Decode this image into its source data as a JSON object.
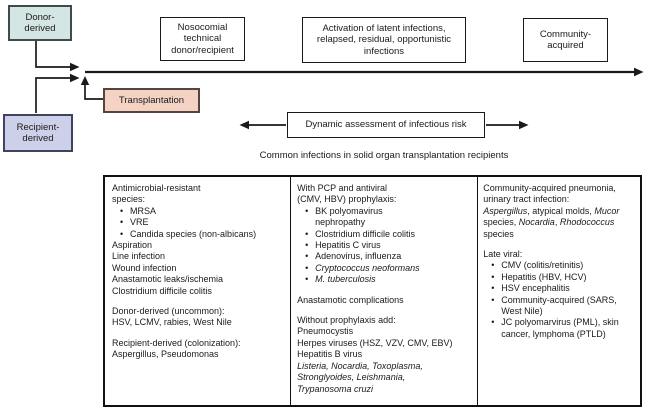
{
  "diagram": {
    "donor_box": "Donor-\nderived",
    "recipient_box": "Recipient-\nderived",
    "transplant_box": "Transplantation",
    "nosocomial_box": "Nosocomial\ntechnical\ndonor/recipient",
    "activation_box": "Activation of latent infections,\nrelapsed, residual, opportunistic\ninfections",
    "community_box": "Community-\nacquired",
    "dynamic_box": "Dynamic assessment of infectious risk",
    "caption": "Common infections in solid organ transplantation recipients",
    "colors": {
      "donor_fill": "#d3e6e3",
      "recipient_fill": "#cdd0e9",
      "transplant_fill": "#f4d2c4",
      "line": "#1a1a1a"
    }
  },
  "table": {
    "columns": [
      {
        "blocks": [
          {
            "type": "p",
            "lines": [
              [
                "Antimicrobial-resistant"
              ],
              [
                "species:"
              ]
            ]
          },
          {
            "type": "bullet",
            "lines": [
              [
                "MRSA"
              ]
            ]
          },
          {
            "type": "bullet",
            "lines": [
              [
                "VRE"
              ]
            ]
          },
          {
            "type": "bullet",
            "lines": [
              [
                "Candida species (non-albicans)"
              ]
            ]
          },
          {
            "type": "p",
            "lines": [
              [
                "Aspiration"
              ],
              [
                "Line infection"
              ],
              [
                "Wound infection"
              ],
              [
                "Anastamotic leaks/ischemia"
              ],
              [
                "Clostridium difficile colitis"
              ]
            ]
          },
          {
            "type": "gap"
          },
          {
            "type": "p",
            "lines": [
              [
                "Donor-derived (uncommon):"
              ],
              [
                "HSV, LCMV, rabies, West Nile"
              ]
            ]
          },
          {
            "type": "gap"
          },
          {
            "type": "p",
            "lines": [
              [
                "Recipient-derived (colonization):"
              ],
              [
                "Aspergillus, Pseudomonas"
              ]
            ]
          }
        ]
      },
      {
        "blocks": [
          {
            "type": "p",
            "lines": [
              [
                "With PCP and antiviral"
              ],
              [
                "(CMV, HBV) prophylaxis:"
              ]
            ]
          },
          {
            "type": "bullet",
            "lines": [
              [
                "BK polyomavirus"
              ],
              [
                "nephropathy"
              ]
            ]
          },
          {
            "type": "bullet",
            "lines": [
              [
                "Clostridium difficile colitis"
              ]
            ]
          },
          {
            "type": "bullet",
            "lines": [
              [
                "Hepatitis C virus"
              ]
            ]
          },
          {
            "type": "bullet",
            "lines": [
              [
                "Adenovirus, influenza"
              ]
            ]
          },
          {
            "type": "bullet",
            "lines": [
              [
                {
                  "t": "Cryptococcus neoformans",
                  "i": true
                }
              ]
            ]
          },
          {
            "type": "bullet",
            "lines": [
              [
                {
                  "t": "M. tuberculosis",
                  "i": true
                }
              ]
            ]
          },
          {
            "type": "gap"
          },
          {
            "type": "p",
            "lines": [
              [
                "Anastamotic complications"
              ]
            ]
          },
          {
            "type": "gap"
          },
          {
            "type": "p",
            "lines": [
              [
                "Without prophylaxis add:"
              ],
              [
                "Pneumocystis"
              ],
              [
                "Herpes viruses (HSZ, VZV, CMV, EBV)"
              ],
              [
                "Hepatitis B virus"
              ],
              [
                {
                  "t": "Listeria, Nocardia, Toxoplasma,",
                  "i": true
                }
              ],
              [
                {
                  "t": "Stronglyoides, Leishmania,",
                  "i": true
                }
              ],
              [
                {
                  "t": "Trypanosoma cruzi",
                  "i": true
                }
              ]
            ]
          }
        ]
      },
      {
        "blocks": [
          {
            "type": "p",
            "lines": [
              [
                "Community-acquired pneumonia,"
              ],
              [
                "urinary tract infection:"
              ],
              [
                {
                  "t": "Aspergillus",
                  "i": true
                },
                ", atypical molds, ",
                {
                  "t": "Mucor",
                  "i": true
                }
              ],
              [
                "species, ",
                {
                  "t": "Nocardia",
                  "i": true
                },
                ", ",
                {
                  "t": "Rhodococcus",
                  "i": true
                }
              ],
              [
                "species"
              ]
            ]
          },
          {
            "type": "gap"
          },
          {
            "type": "p",
            "lines": [
              [
                "Late viral:"
              ]
            ]
          },
          {
            "type": "bullet",
            "lines": [
              [
                "CMV (colitis/retinitis)"
              ]
            ]
          },
          {
            "type": "bullet",
            "lines": [
              [
                "Hepatitis (HBV, HCV)"
              ]
            ]
          },
          {
            "type": "bullet",
            "lines": [
              [
                "HSV encephalitis"
              ]
            ]
          },
          {
            "type": "bullet",
            "lines": [
              [
                "Community-acquired (SARS,"
              ],
              [
                "West Nile)"
              ]
            ]
          },
          {
            "type": "bullet",
            "lines": [
              [
                "JC polyomarvirus (PML), skin"
              ],
              [
                "cancer, lymphoma (PTLD)"
              ]
            ]
          }
        ]
      }
    ]
  }
}
